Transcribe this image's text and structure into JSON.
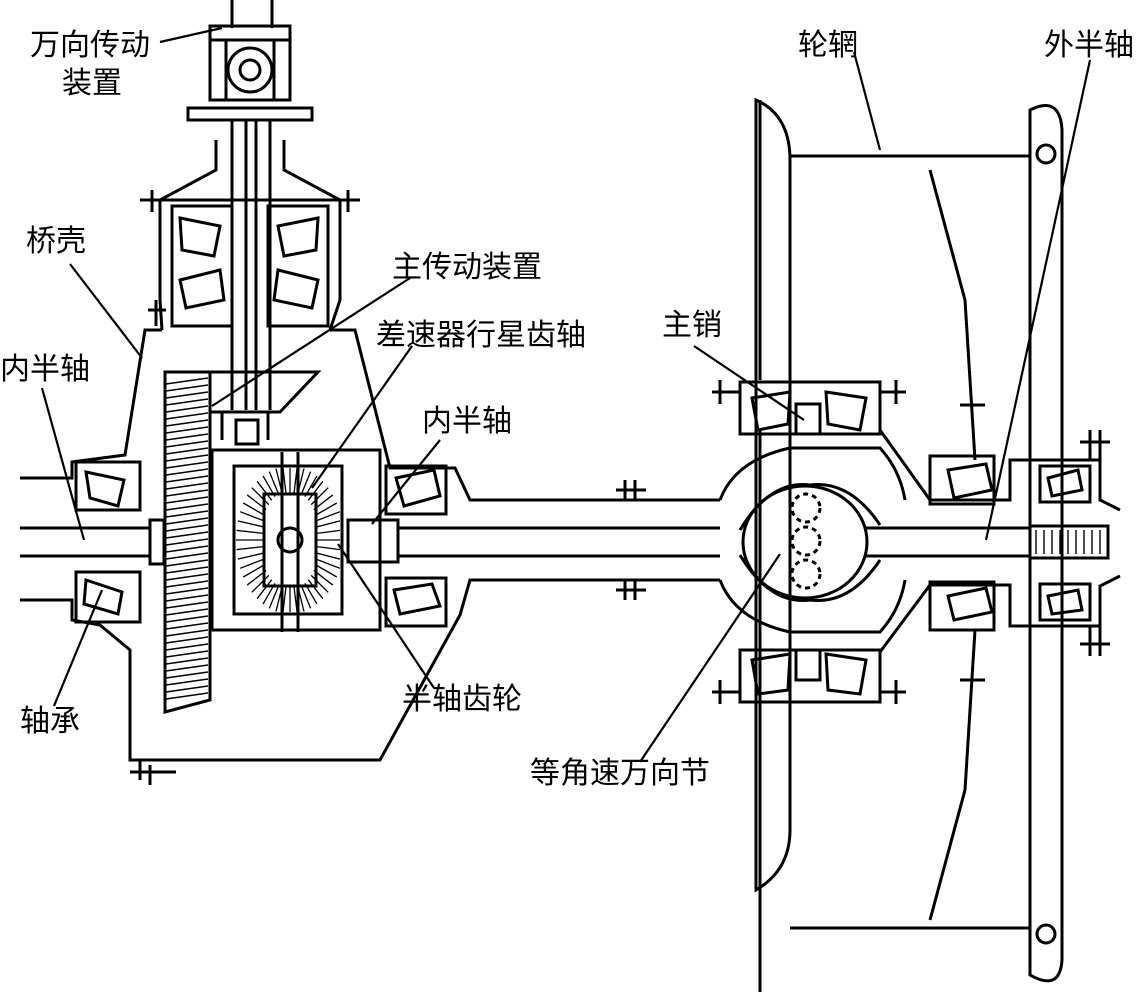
{
  "labels": {
    "universal_joint": "万向传动",
    "universal_joint_2": "装置",
    "axle_housing": "桥壳",
    "inner_half_shaft_left": "内半轴",
    "final_drive": "主传动装置",
    "planet_gear_shaft": "差速器行星齿轴",
    "inner_half_shaft_center": "内半轴",
    "king_pin": "主销",
    "wheel_rim": "轮辋",
    "outer_half_shaft": "外半轴",
    "bearing": "轴承",
    "side_gear": "半轴齿轮",
    "cv_joint": "等角速万向节"
  },
  "colors": {
    "line": "#000000",
    "background": "#ffffff"
  }
}
